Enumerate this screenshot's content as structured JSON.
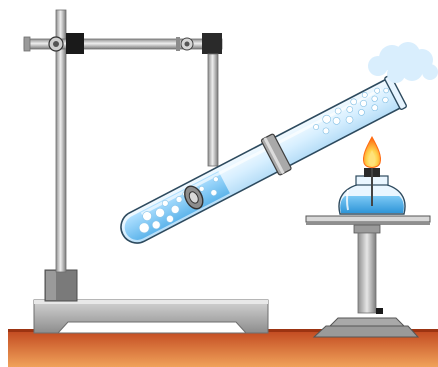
{
  "diagram": {
    "components": [
      "retort-stand",
      "clamp",
      "test-tube",
      "metal-coil",
      "bubbles",
      "gas-cloud",
      "spirit-lamp",
      "flame",
      "tripod-stand",
      "workbench"
    ]
  },
  "colors": {
    "bench_top": "#c0461e",
    "bench_bottom": "#f0a25a",
    "steel_light": "#e7e7e7",
    "steel_mid": "#b9b9b9",
    "steel_dark": "#6e6e6e",
    "clamp_black": "#1a1a1a",
    "glass": "#d7efff",
    "liquid": "#5fbaf0",
    "bubble": "#ffffff",
    "flame_outer": "#ff7a1a",
    "flame_inner": "#ffd34d",
    "cloud": "#d9eefd"
  }
}
